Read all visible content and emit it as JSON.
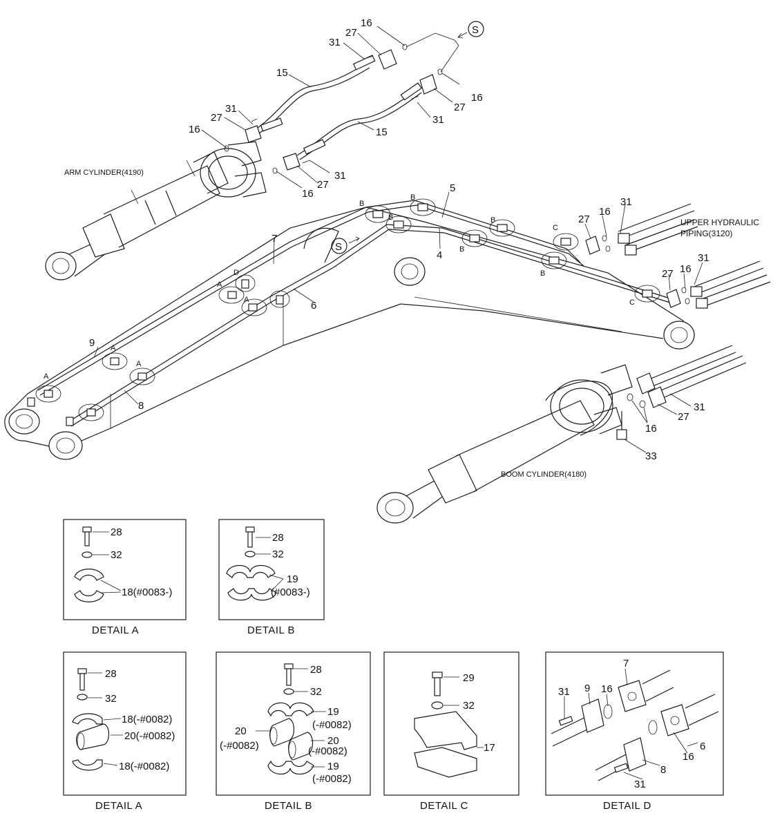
{
  "assemblies": {
    "arm_cylinder": "ARM CYLINDER(4190)",
    "boom_cylinder": "BOOM CYLINDER(4180)",
    "upper_piping_line1": "UPPER HYDRAULIC",
    "upper_piping_line2": "PIPING(3120)"
  },
  "symbols": {
    "s": "S"
  },
  "part_numbers": {
    "p4": "4",
    "p5": "5",
    "p6": "6",
    "p7": "7",
    "p8": "8",
    "p9": "9",
    "p15": "15",
    "p16": "16",
    "p17": "17",
    "p18_new": "18(#0083-)",
    "p18_old": "18(-#0082)",
    "p19": "19",
    "p19_new": "(#0083-)",
    "p19_old": "(-#0082)",
    "p20": "20",
    "p20_old_a": "20(-#0082)",
    "p20_old": "(-#0082)",
    "p27": "27",
    "p28": "28",
    "p29": "29",
    "p31": "31",
    "p32": "32",
    "p33": "33"
  },
  "clamp_markers": {
    "a": "A",
    "b": "B",
    "c": "C",
    "d": "D"
  },
  "details": {
    "a_new": "DETAIL  A",
    "b_new": "DETAIL  B",
    "a_old": "DETAIL  A",
    "b_old": "DETAIL  B",
    "c": "DETAIL  C",
    "d": "DETAIL  D"
  }
}
